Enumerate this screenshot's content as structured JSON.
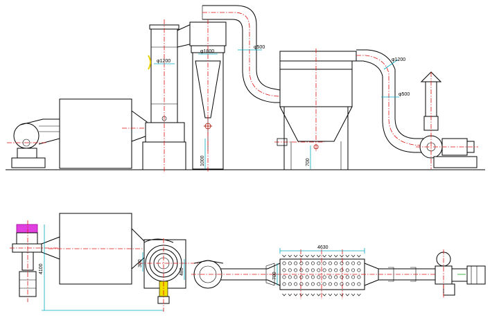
{
  "colors": {
    "outline": "#000000",
    "centerline": "#e01010",
    "dimension": "#00a8c0",
    "accent_magenta": "#d020d0",
    "accent_yellow": "#f0e000",
    "accent_green": "#19a019"
  },
  "elevation_view": {
    "dimensions": {
      "cyclone_diameter": "φ1800",
      "scrubber_diameter": "φ1200",
      "duct_diameter_cyclone": "φ500",
      "duct_diameter_filter_top": "φ1200",
      "duct_diameter_fan": "φ500",
      "cyclone_outlet_height": "1000",
      "filter_outlet_height": "700"
    }
  },
  "plan_view": {
    "dimensions": {
      "filter_length": "4630",
      "dryer_width": "4100",
      "cyclone_offset": "300",
      "cyclone_outlet_offset": "480",
      "filter_inlet_width": "700"
    }
  }
}
